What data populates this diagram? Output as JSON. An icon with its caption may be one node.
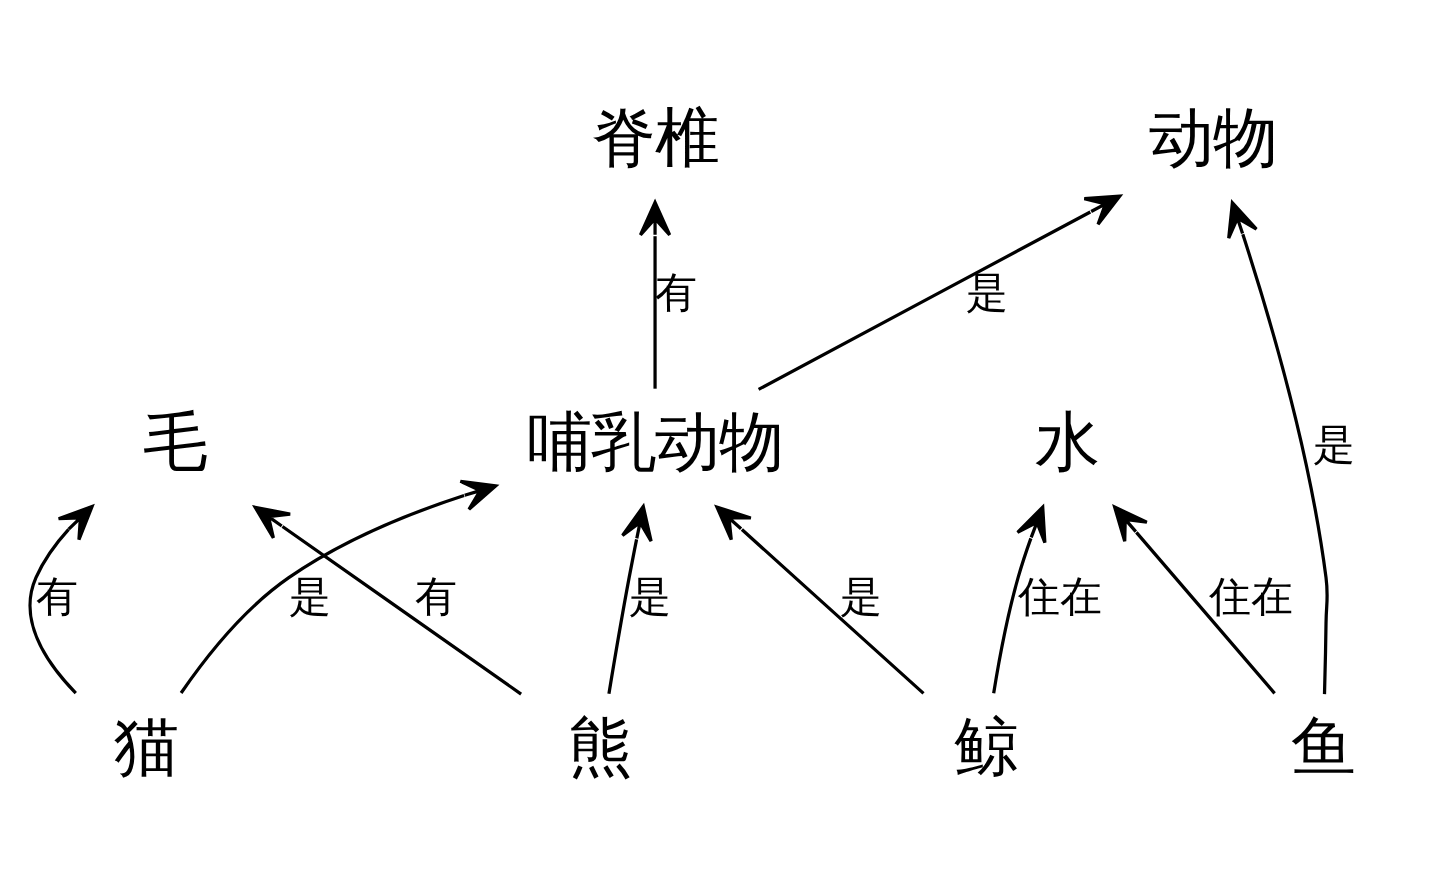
{
  "diagram": {
    "nodes": [
      {
        "text": [
          "脊椎"
        ]
      },
      {
        "text": [
          "猫"
        ]
      },
      {
        "text": [
          "毛"
        ]
      },
      {
        "text": [
          "动物"
        ]
      },
      {
        "text": [
          "哺乳动物"
        ]
      },
      {
        "text": [
          "熊"
        ]
      },
      {
        "text": [
          "鲸"
        ]
      },
      {
        "text": [
          "鱼"
        ]
      },
      {
        "text": [
          "水"
        ]
      }
    ],
    "edges": [
      {
        "from": 1,
        "to": 2,
        "arrow": "to",
        "label": "有"
      },
      {
        "from": 1,
        "to": 4,
        "arrow": "to",
        "label": "是"
      },
      {
        "from": 4,
        "to": 0,
        "arrow": "to",
        "label": "有"
      },
      {
        "from": 4,
        "to": 3,
        "arrow": "to",
        "label": "是"
      },
      {
        "from": 5,
        "to": 4,
        "arrow": "to",
        "label": "是"
      },
      {
        "from": 5,
        "to": 2,
        "arrow": "to",
        "label": "有"
      },
      {
        "from": 6,
        "to": 4,
        "arrow": "to",
        "label": "是"
      },
      {
        "from": 6,
        "to": 8,
        "arrow": "to",
        "label": "住在"
      },
      {
        "from": 7,
        "to": 3,
        "arrow": "to",
        "label": "是"
      },
      {
        "from": 7,
        "to": 8,
        "arrow": "to",
        "label": "住在"
      }
    ]
  }
}
